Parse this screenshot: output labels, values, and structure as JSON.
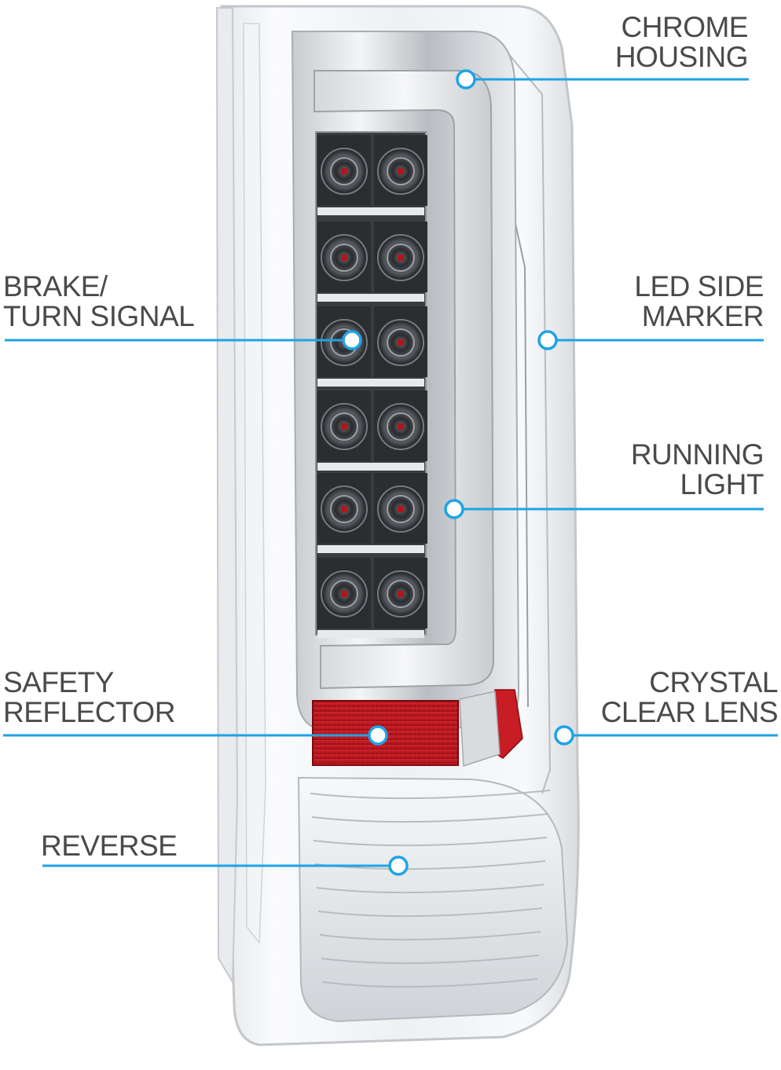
{
  "accent_color": "#1ea3e6",
  "callouts": {
    "chrome_housing": {
      "lines": [
        "CHROME",
        "HOUSING"
      ]
    },
    "brake_turn_signal": {
      "lines": [
        "BRAKE/",
        "TURN SIGNAL"
      ]
    },
    "led_side_marker": {
      "lines": [
        "LED SIDE",
        "MARKER"
      ]
    },
    "running_light": {
      "lines": [
        "RUNNING",
        "LIGHT"
      ]
    },
    "safety_reflector": {
      "lines": [
        "SAFETY",
        "REFLECTOR"
      ]
    },
    "crystal_clear_lens": {
      "lines": [
        "CRYSTAL",
        "CLEAR LENS"
      ]
    },
    "reverse": {
      "lines": [
        "REVERSE"
      ]
    }
  }
}
